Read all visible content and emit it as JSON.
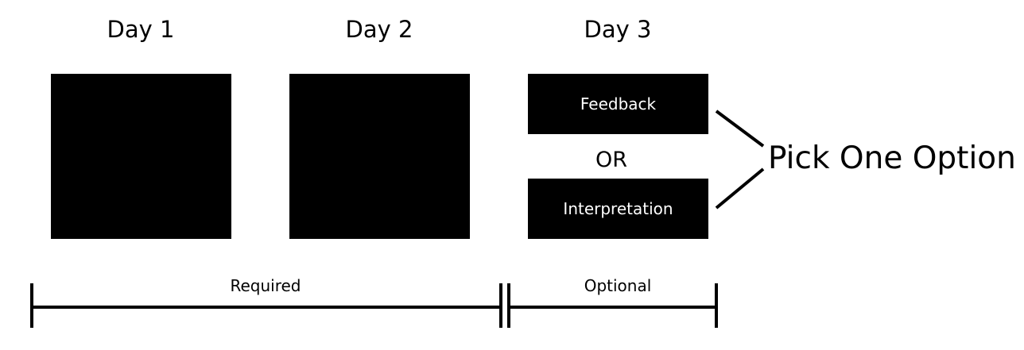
{
  "days": [
    {
      "label": "Day 1"
    },
    {
      "label": "Day 2"
    },
    {
      "label": "Day 3"
    }
  ],
  "day3_options": {
    "option_a": "Feedback",
    "separator": "OR",
    "option_b": "Interpretation"
  },
  "pick_note": "Pick One Option",
  "timeline": {
    "required_label": "Required",
    "optional_label": "Optional"
  },
  "colors": {
    "block_fill": "#000000",
    "text_on_block": "#ffffff",
    "background": "#ffffff"
  }
}
